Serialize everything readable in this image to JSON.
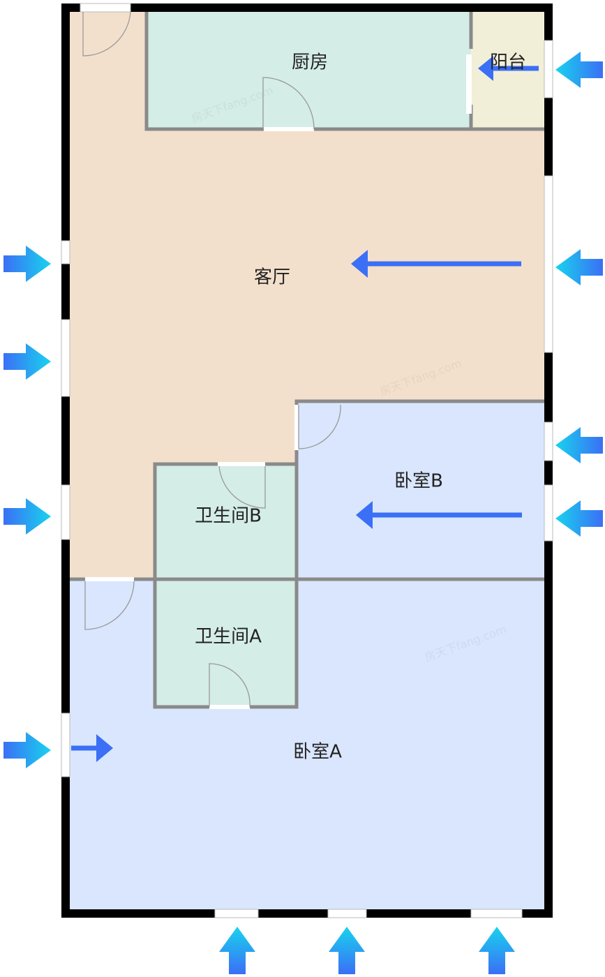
{
  "rooms": {
    "kitchen": "厨房",
    "balcony": "阳台",
    "living_room": "客厅",
    "bedroom_b": "卧室B",
    "bathroom_b": "卫生间B",
    "bathroom_a": "卫生间A",
    "bedroom_a": "卧室A"
  },
  "watermark": "房天下fang.com",
  "colors": {
    "living": "#f3e0cc",
    "kitchen": "#d4ede6",
    "balcony": "#f2efd8",
    "bedroom": "#d9e6fd",
    "bathroom": "#d4ede6",
    "arrow_blue": "#3b6ff5",
    "arrow_cyan": "#18d3ee"
  }
}
